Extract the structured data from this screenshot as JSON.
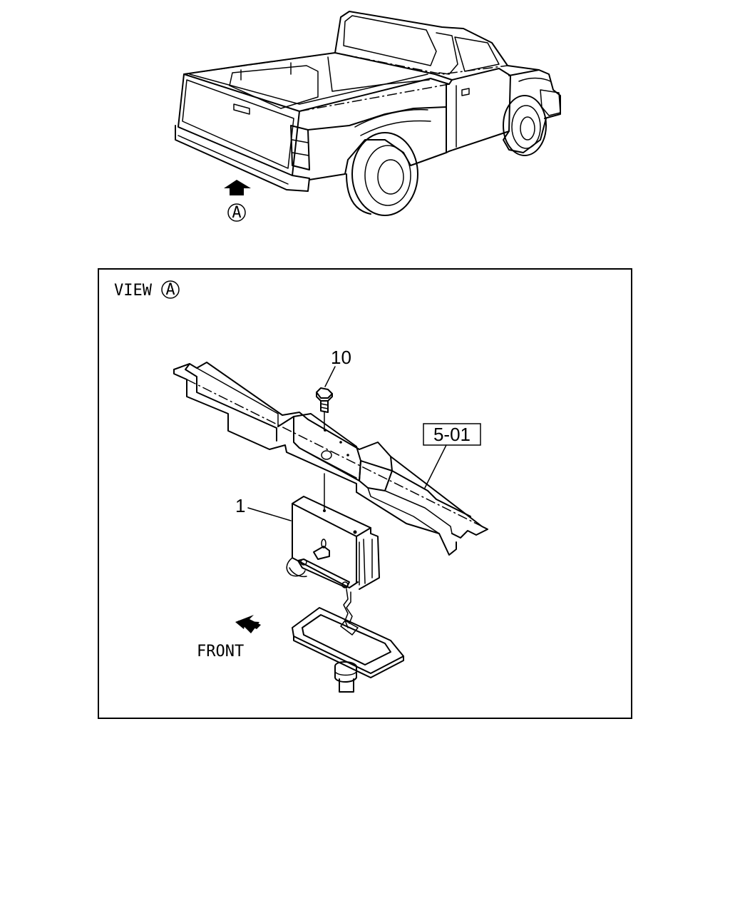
{
  "top_view": {
    "view_marker": "A"
  },
  "detail_view": {
    "title": "VIEW",
    "title_marker": "A",
    "callouts": {
      "bolt": "10",
      "carrier": "1",
      "crossmember_ref": "5-01"
    },
    "front_label": "FRONT"
  }
}
